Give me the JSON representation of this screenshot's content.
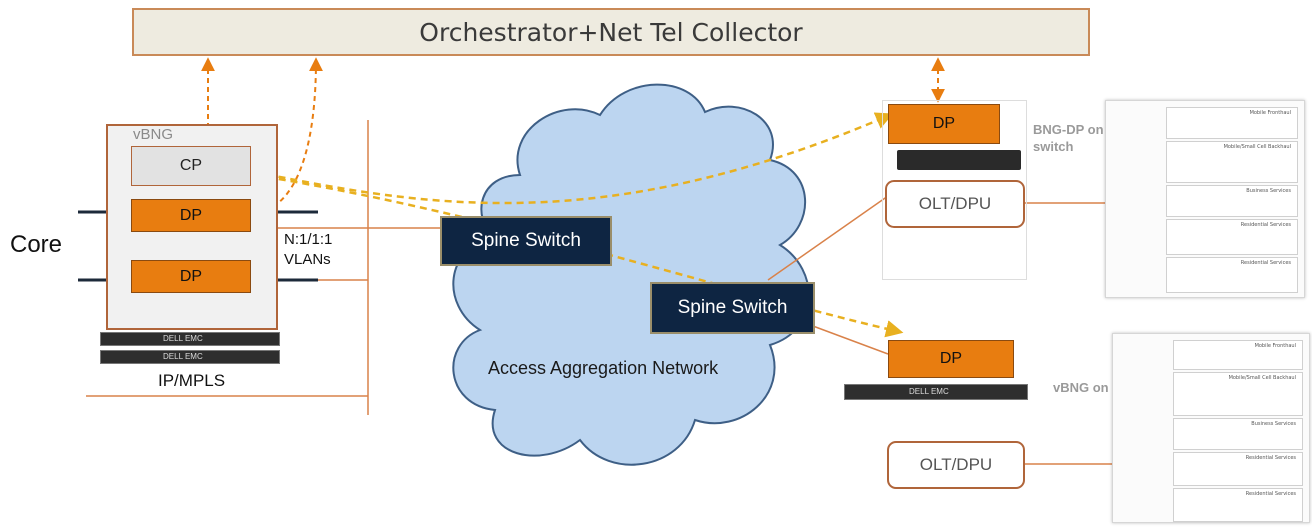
{
  "orchestrator": "Orchestrator+Net Tel Collector",
  "vbng": {
    "label": "vBNG",
    "cp": "CP",
    "dp1": "DP",
    "dp2": "DP",
    "core": "Core",
    "vlans_line1": "N:1/1:1",
    "vlans_line2": "VLANs",
    "server1": "DELL EMC",
    "server2": "DELL EMC",
    "ipmpls": "IP/MPLS"
  },
  "spine1": "Spine Switch",
  "spine2": "Spine Switch",
  "cloud_label": "Access Aggregation Network",
  "top_site": {
    "dp": "DP",
    "label_line1": "BNG-DP on",
    "label_line2": "switch",
    "olt": "OLT/DPU"
  },
  "bottom_site": {
    "dp": "DP",
    "label": "vBNG on Server",
    "server": "DELL EMC",
    "olt": "OLT/DPU"
  },
  "panel_rows": [
    "Mobile Fronthaul",
    "Mobile/Small Cell Backhaul",
    "Business Services",
    "Residential Services",
    "Residential Services"
  ],
  "colors": {
    "orange": "#e87d10",
    "navy": "#0e2542",
    "cloud": "#bcd5f0",
    "dashed_orange": "#e87d10",
    "dashed_yellow": "#e8b020",
    "line_orange": "#d9824a"
  }
}
